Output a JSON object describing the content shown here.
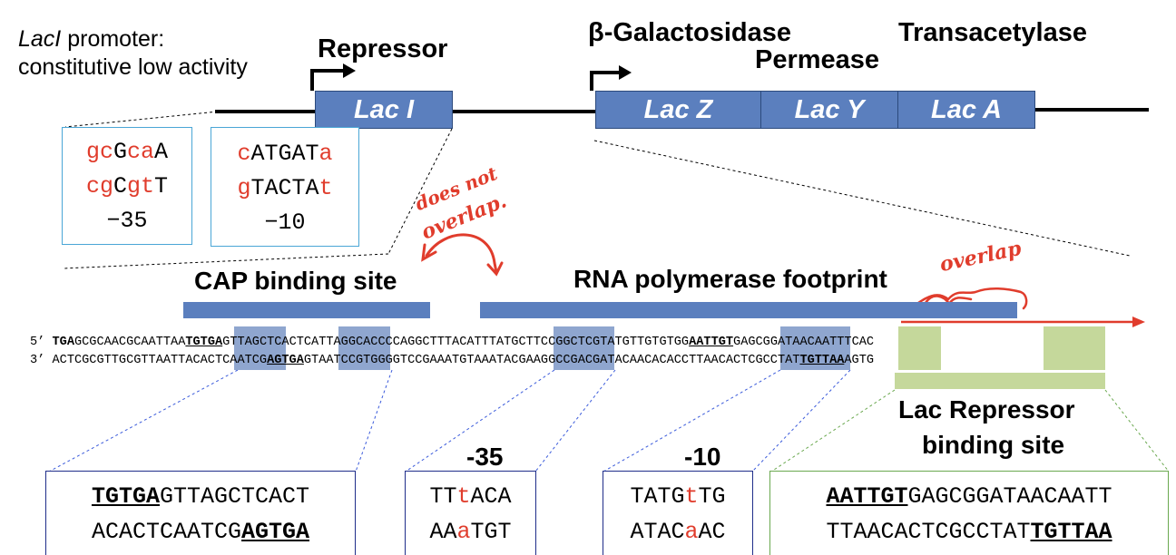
{
  "promoter_label": {
    "italic": "LacI",
    "rest": " promoter:",
    "line2": "constitutive low activity"
  },
  "labels": {
    "repressor": "Repressor",
    "beta_gal": "β-Galactosidase",
    "permease": "Permease",
    "transacetylase": "Transacetylase",
    "cap": "CAP binding site",
    "rnap": "RNA polymerase footprint",
    "lac_rep_1": "Lac Repressor",
    "lac_rep_2": "binding site",
    "minus35": "-35",
    "minus10": "-10"
  },
  "genes": {
    "laci": "Lac I",
    "lacz": "Lac Z",
    "lacy": "Lac Y",
    "laca": "Lac A"
  },
  "box35": {
    "l1": [
      "gc",
      "G",
      "ca",
      "A"
    ],
    "l2": [
      "cg",
      "C",
      "gt",
      "T"
    ],
    "l3": "−35"
  },
  "box10": {
    "l1": [
      "c",
      "ATGAT",
      "a"
    ],
    "l2": [
      "g",
      "TACTA",
      "t"
    ],
    "l3": "−10"
  },
  "strand_top": {
    "prefix": "5’",
    "bold_start": "TGA",
    "seq_a": "GCGCAACGCAATTAA",
    "bold_tgtga": "TGTGA",
    "seq_b": "GTTAGCTCACTCATTAGGCACCCCAGGCTTTACATTTATGCTTCCGGCTCGTATGTTGTGTGG",
    "bold_aattgt": "AATTGT",
    "seq_c": "GAGCGGATAACAATTTCAC"
  },
  "strand_bottom": {
    "prefix": "3’",
    "seq_a": "ACTCGCGTTGCGTTAATTACACTCAATCG",
    "bold_agtga": "AGTGA",
    "seq_b": "GTAATCCGTGGGGTCCGAAATGTAAATACGAAGGCCGACGATACAACACACCTTAACACTCGCCTAT",
    "bold_tgttaa": "TGTTAA",
    "seq_c": "AGTG"
  },
  "zoom_cap": {
    "l1_bold": "TGTGA",
    "l1_rest": "GTTAGCTCACT",
    "l2_rest": "ACACTCAATCG",
    "l2_bold": "AGTGA"
  },
  "zoom_35": {
    "l1": [
      "TT",
      "t",
      "ACA"
    ],
    "l2": [
      "AA",
      "a",
      "TGT"
    ]
  },
  "zoom_10": {
    "l1": [
      "TATG",
      "t",
      "TG"
    ],
    "l2": [
      "ATAC",
      "a",
      "AC"
    ]
  },
  "zoom_op": {
    "l1_bold": "AATTGT",
    "l1_rest": "GAGCGGATAACAATT",
    "l2_rest": "TTAACACTCGCCTAT",
    "l2_bold": "TGTTAA"
  },
  "annotations": {
    "does_not": "does not",
    "overlap1": "overlap.",
    "overlap2": "overlap"
  },
  "colors": {
    "gene_blue": "#5b7fbe",
    "highlight_blue": "#8fa6cf",
    "highlight_green": "#c5d89b",
    "annotation_red": "#e03c2c",
    "box_border_light": "#4aa6d6",
    "box_border_navy": "#1f2d8a",
    "box_border_green": "#6aa84f"
  }
}
